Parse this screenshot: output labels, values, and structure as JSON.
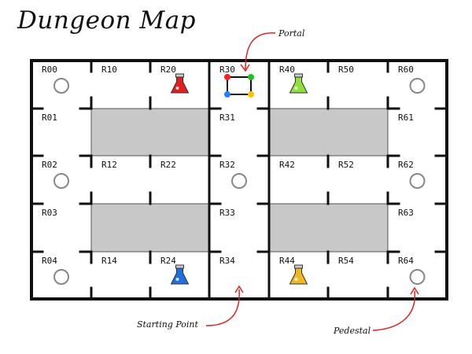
{
  "title": "Dungeon Map",
  "annotations": {
    "portal": "Portal",
    "starting_point": "Starting Point",
    "pedestal": "Pedestal"
  },
  "rooms": [
    {
      "id": "R00",
      "col": 0,
      "row": 0,
      "content": "pedestal"
    },
    {
      "id": "R10",
      "col": 1,
      "row": 0,
      "content": "none"
    },
    {
      "id": "R20",
      "col": 2,
      "row": 0,
      "content": "potion",
      "color": "#e02020"
    },
    {
      "id": "R30",
      "col": 3,
      "row": 0,
      "content": "portal"
    },
    {
      "id": "R40",
      "col": 4,
      "row": 0,
      "content": "potion",
      "color": "#8ee03a"
    },
    {
      "id": "R50",
      "col": 5,
      "row": 0,
      "content": "none"
    },
    {
      "id": "R60",
      "col": 6,
      "row": 0,
      "content": "pedestal"
    },
    {
      "id": "R01",
      "col": 0,
      "row": 1,
      "content": "none"
    },
    {
      "id": "R31",
      "col": 3,
      "row": 1,
      "content": "none"
    },
    {
      "id": "R61",
      "col": 6,
      "row": 1,
      "content": "none"
    },
    {
      "id": "R02",
      "col": 0,
      "row": 2,
      "content": "pedestal"
    },
    {
      "id": "R12",
      "col": 1,
      "row": 2,
      "content": "none"
    },
    {
      "id": "R22",
      "col": 2,
      "row": 2,
      "content": "none"
    },
    {
      "id": "R32",
      "col": 3,
      "row": 2,
      "content": "pedestal"
    },
    {
      "id": "R42",
      "col": 4,
      "row": 2,
      "content": "none"
    },
    {
      "id": "R52",
      "col": 5,
      "row": 2,
      "content": "none"
    },
    {
      "id": "R62",
      "col": 6,
      "row": 2,
      "content": "pedestal"
    },
    {
      "id": "R03",
      "col": 0,
      "row": 3,
      "content": "none"
    },
    {
      "id": "R33",
      "col": 3,
      "row": 3,
      "content": "none"
    },
    {
      "id": "R63",
      "col": 6,
      "row": 3,
      "content": "none"
    },
    {
      "id": "R04",
      "col": 0,
      "row": 4,
      "content": "pedestal"
    },
    {
      "id": "R14",
      "col": 1,
      "row": 4,
      "content": "none"
    },
    {
      "id": "R24",
      "col": 2,
      "row": 4,
      "content": "potion",
      "color": "#1f6fe0"
    },
    {
      "id": "R34",
      "col": 3,
      "row": 4,
      "content": "none"
    },
    {
      "id": "R44",
      "col": 4,
      "row": 4,
      "content": "potion",
      "color": "#f0b820"
    },
    {
      "id": "R54",
      "col": 5,
      "row": 4,
      "content": "none"
    },
    {
      "id": "R64",
      "col": 6,
      "row": 4,
      "content": "pedestal"
    }
  ],
  "blocks": [
    {
      "cols": [
        1,
        2
      ],
      "row": 1
    },
    {
      "cols": [
        4,
        5
      ],
      "row": 1
    },
    {
      "cols": [
        1,
        2
      ],
      "row": 3
    },
    {
      "cols": [
        4,
        5
      ],
      "row": 3
    }
  ],
  "colors": {
    "wall": "#111111",
    "block": "#c8c8c8",
    "pedestal": "#888888",
    "portal": [
      "#ff2020",
      "#20c020",
      "#2080ff",
      "#ffc000"
    ],
    "arrow": "#e02020"
  }
}
